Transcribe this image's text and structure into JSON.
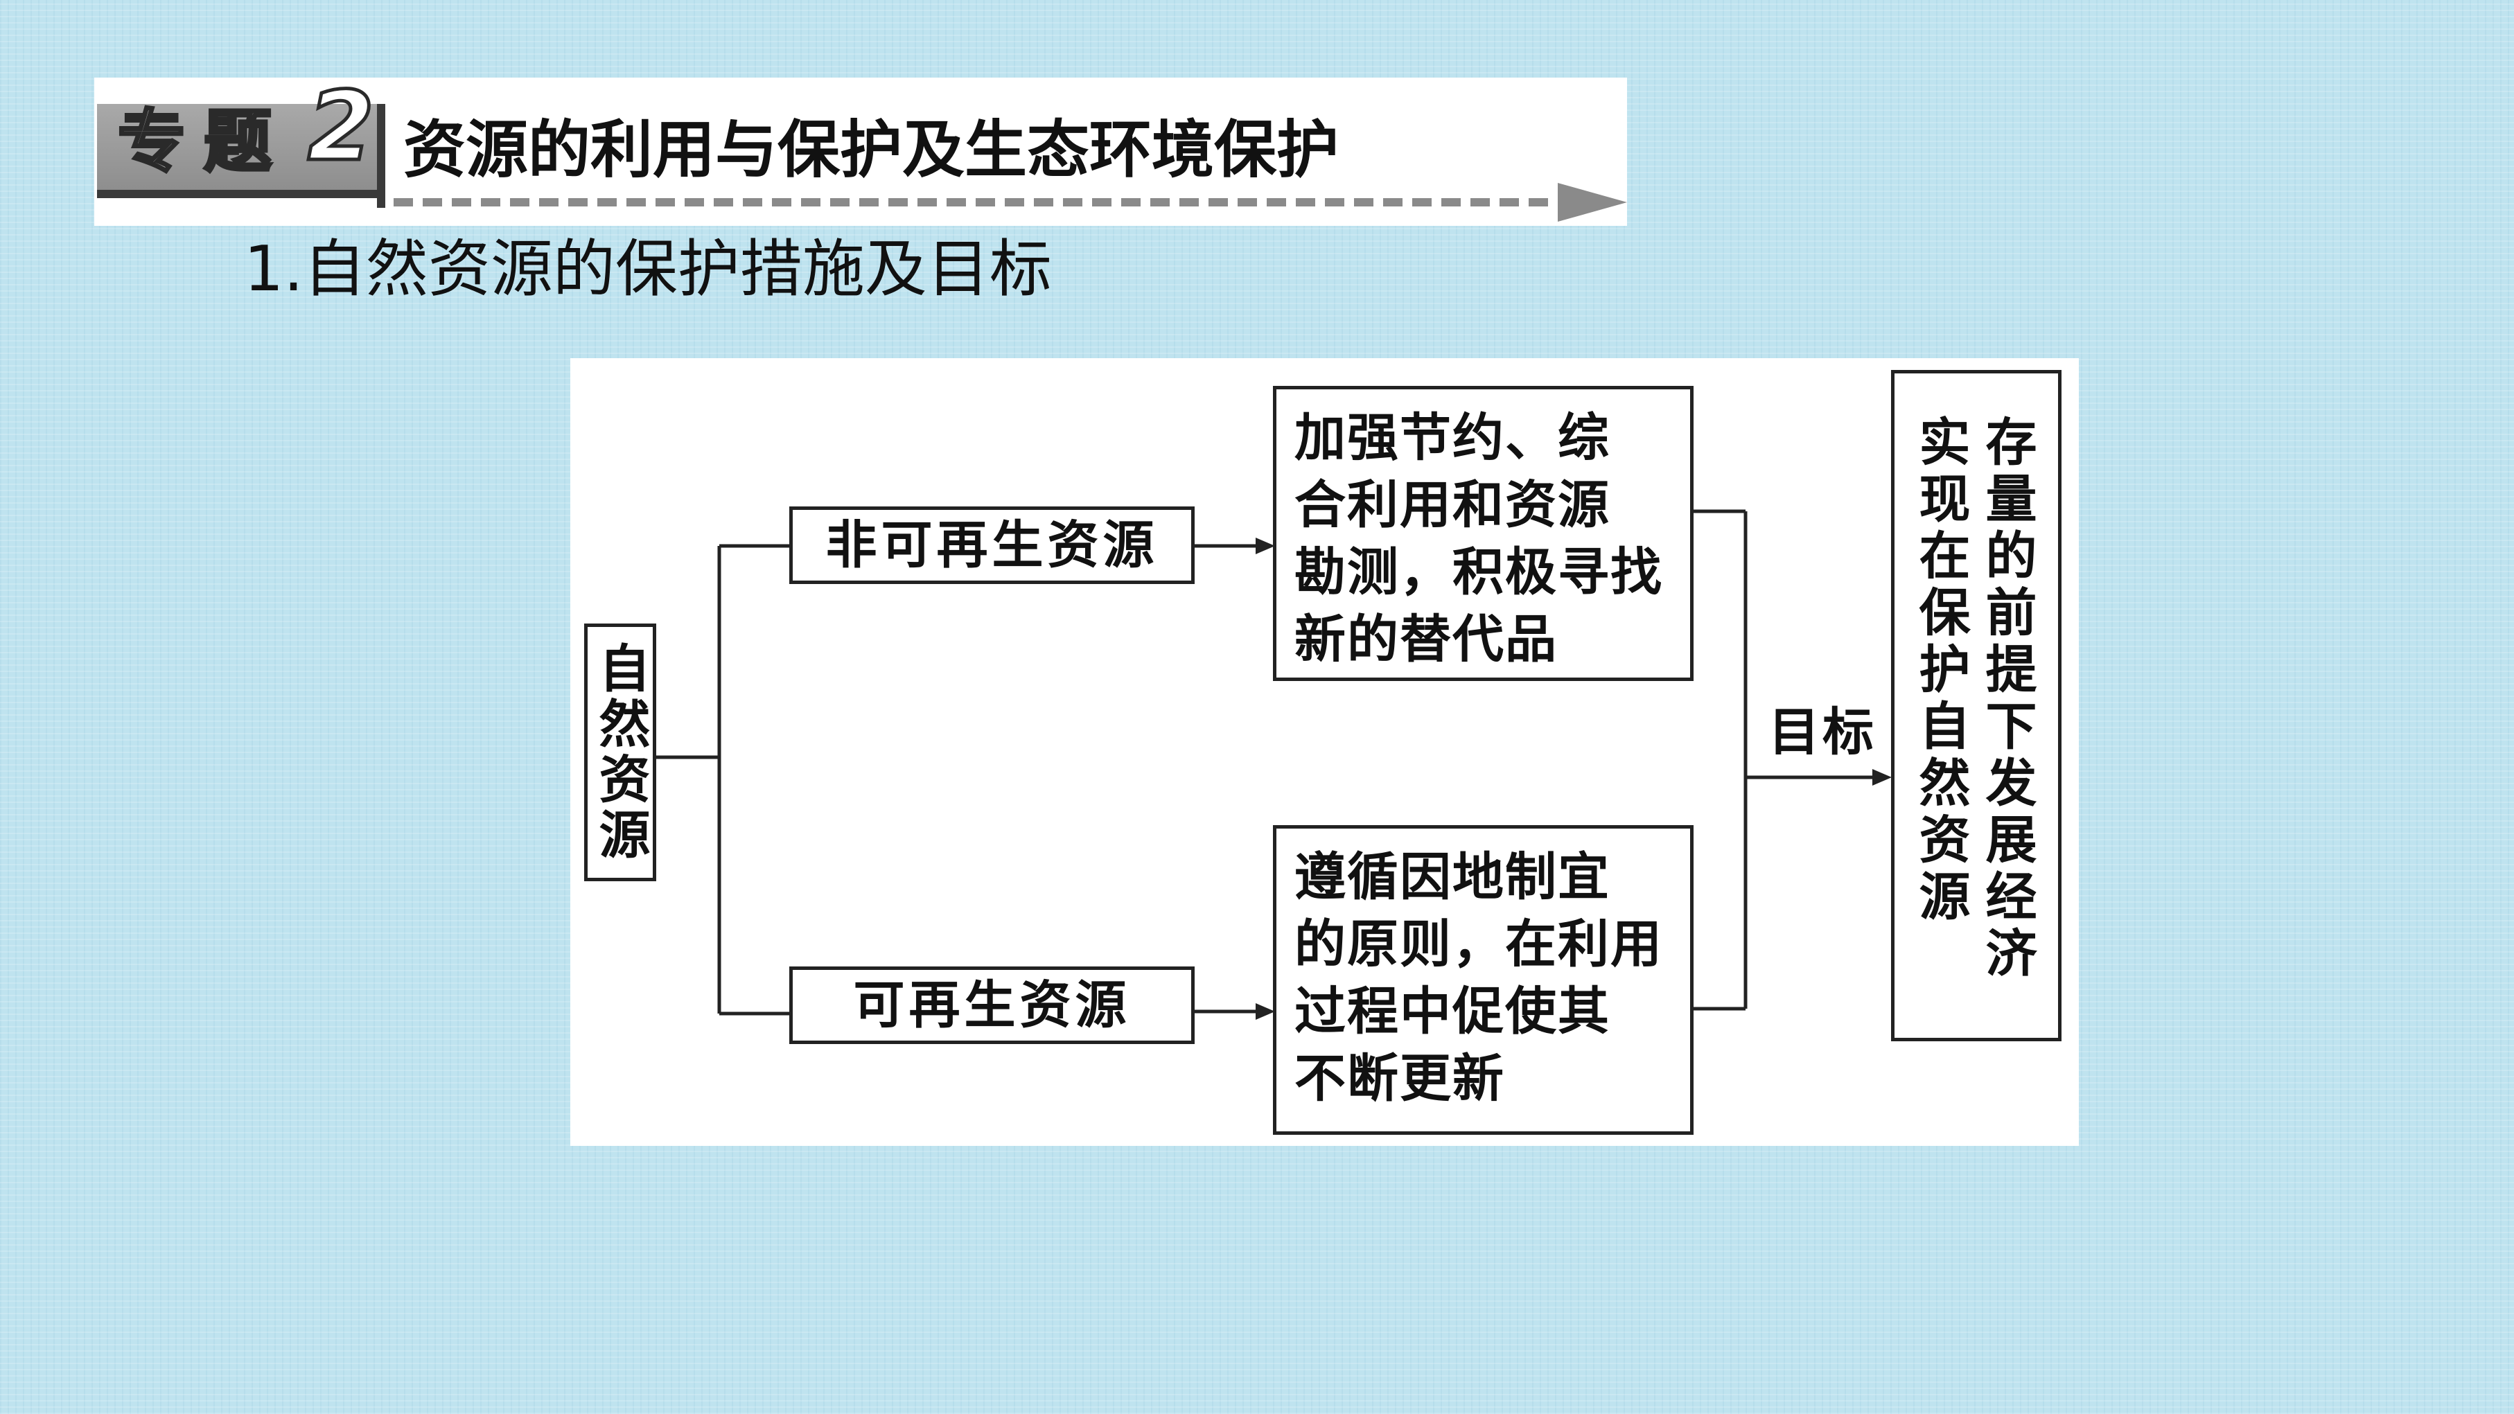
{
  "header": {
    "tag_label": "专题",
    "tag_number": "2",
    "title": "资源的利用与保护及生态环境保护"
  },
  "section": {
    "heading": "1.自然资源的保护措施及目标"
  },
  "diagram": {
    "root": "自然资源",
    "nonrenewable": {
      "label": "非可再生资源",
      "measure_lines": [
        "加强节约、综",
        "合利用和资源",
        "勘测，积极寻找",
        "新的替代品"
      ]
    },
    "renewable": {
      "label": "可再生资源",
      "measure_lines": [
        "遵循因地制宜",
        "的原则，在利用",
        "过程中促使其",
        "不断更新"
      ]
    },
    "edge_label": "目标",
    "goal_columns": [
      "存量的前提下发展经济",
      "实现在保护自然资源"
    ]
  },
  "colors": {
    "background": "#bfe3ef",
    "banner_tag": "#9a9a9a",
    "line": "#222222"
  }
}
